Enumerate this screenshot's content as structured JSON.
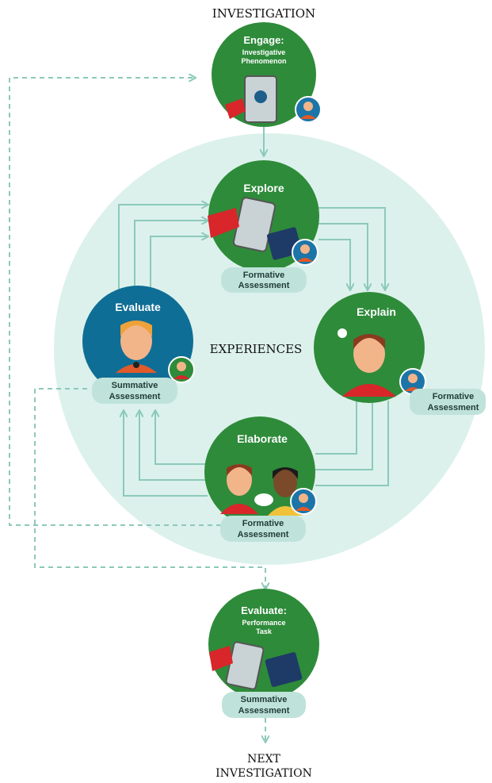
{
  "labels": {
    "top": "INVESTIGATION",
    "center": "EXPERIENCES",
    "bottom_line1": "NEXT",
    "bottom_line2": "INVESTIGATION"
  },
  "phases": {
    "engage": {
      "title": "Engage:",
      "subtitle_line1": "Investigative",
      "subtitle_line2": "Phenomenon"
    },
    "explore": {
      "title": "Explore",
      "badge_line1": "Formative",
      "badge_line2": "Assessment"
    },
    "explain": {
      "title": "Explain",
      "badge_line1": "Formative",
      "badge_line2": "Assessment"
    },
    "evaluate": {
      "title": "Evaluate",
      "badge_line1": "Summative",
      "badge_line2": "Assessment"
    },
    "elaborate": {
      "title": "Elaborate",
      "badge_line1": "Formative",
      "badge_line2": "Assessment"
    },
    "evaluate_task": {
      "title": "Evaluate:",
      "subtitle_line1": "Performance",
      "subtitle_line2": "Task",
      "badge_line1": "Summative",
      "badge_line2": "Assessment"
    }
  },
  "colors": {
    "phase_green": "#2e8b3a",
    "evaluate_blue": "#0f6e95",
    "big_circle": "#dcf1ec",
    "badge": "#bfe3da",
    "arrow": "#8cc9b9"
  }
}
